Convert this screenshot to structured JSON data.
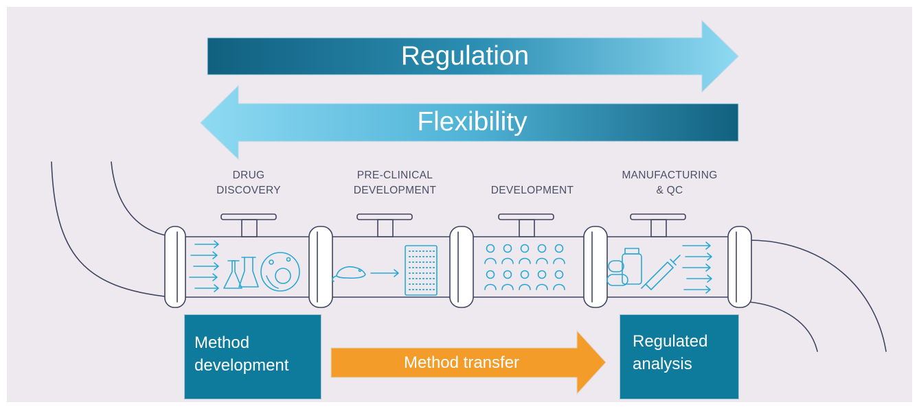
{
  "arrows": {
    "regulation": "Regulation",
    "flexibility": "Flexibility",
    "method_transfer": "Method transfer"
  },
  "stages": [
    {
      "line1": "DRUG",
      "line2": "DISCOVERY"
    },
    {
      "line1": "PRE-CLINICAL",
      "line2": "DEVELOPMENT"
    },
    {
      "line1": "",
      "line2": "DEVELOPMENT"
    },
    {
      "line1": "MANUFACTURING",
      "line2": "& QC"
    }
  ],
  "boxes": {
    "method_development": {
      "line1": "Method",
      "line2": "development"
    },
    "regulated_analysis": {
      "line1": "Regulated",
      "line2": "analysis"
    }
  },
  "icons": [
    "flow-arrows-icon",
    "flask-icon",
    "cell-icon",
    "mouse-icon",
    "well-plate-icon",
    "people-icon",
    "pills-icon",
    "syringe-icon"
  ],
  "colors": {
    "regulation_arrow": "#0f6a8a",
    "flexibility_arrow": "#6dcbea",
    "method_transfer_arrow": "#f39c2a",
    "boxes": "#0f7b9c",
    "icons": "#29a8d4"
  }
}
